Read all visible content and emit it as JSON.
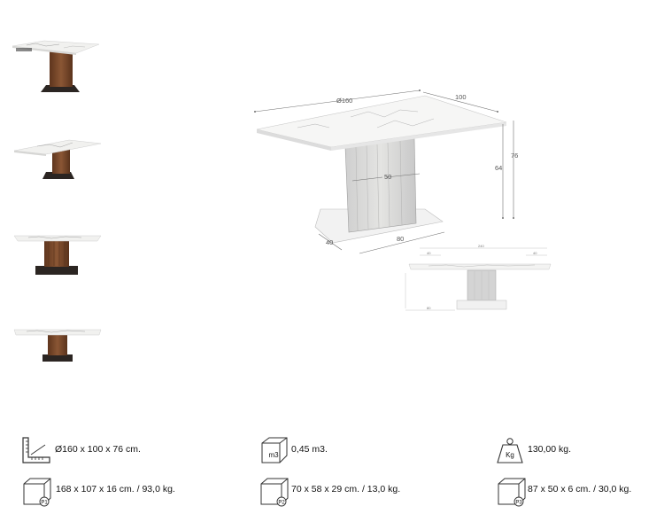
{
  "drawing": {
    "dim_length": "Ø160",
    "dim_width": "100",
    "dim_height_total": "76",
    "dim_height_base": "64",
    "dim_column": "50",
    "dim_base_depth": "40",
    "dim_base_length": "80",
    "small_total": "240",
    "small_ext_left": "40",
    "small_ext_right": "40",
    "small_bottom": "80"
  },
  "specs": {
    "dimensions": "Ø160 x 100 x 76 cm.",
    "volume": "0,45 m3.",
    "volume_icon_label": "m3",
    "weight": "130,00 kg.",
    "weight_icon_label": "Kg",
    "package_1": "168 x 107 x 16 cm. / 93,0 kg.",
    "package_1_label": "P1",
    "package_2": "70 x 58 x 29 cm. / 13,0 kg.",
    "package_2_label": "P2",
    "package_3": "87 x 50 x 6 cm. / 30,0 kg.",
    "package_3_label": "P3"
  },
  "colors": {
    "walnut": "#7a4a2c",
    "base_dark": "#2b2522",
    "marble": "#f3f3f1",
    "line": "#6e6e6e"
  }
}
